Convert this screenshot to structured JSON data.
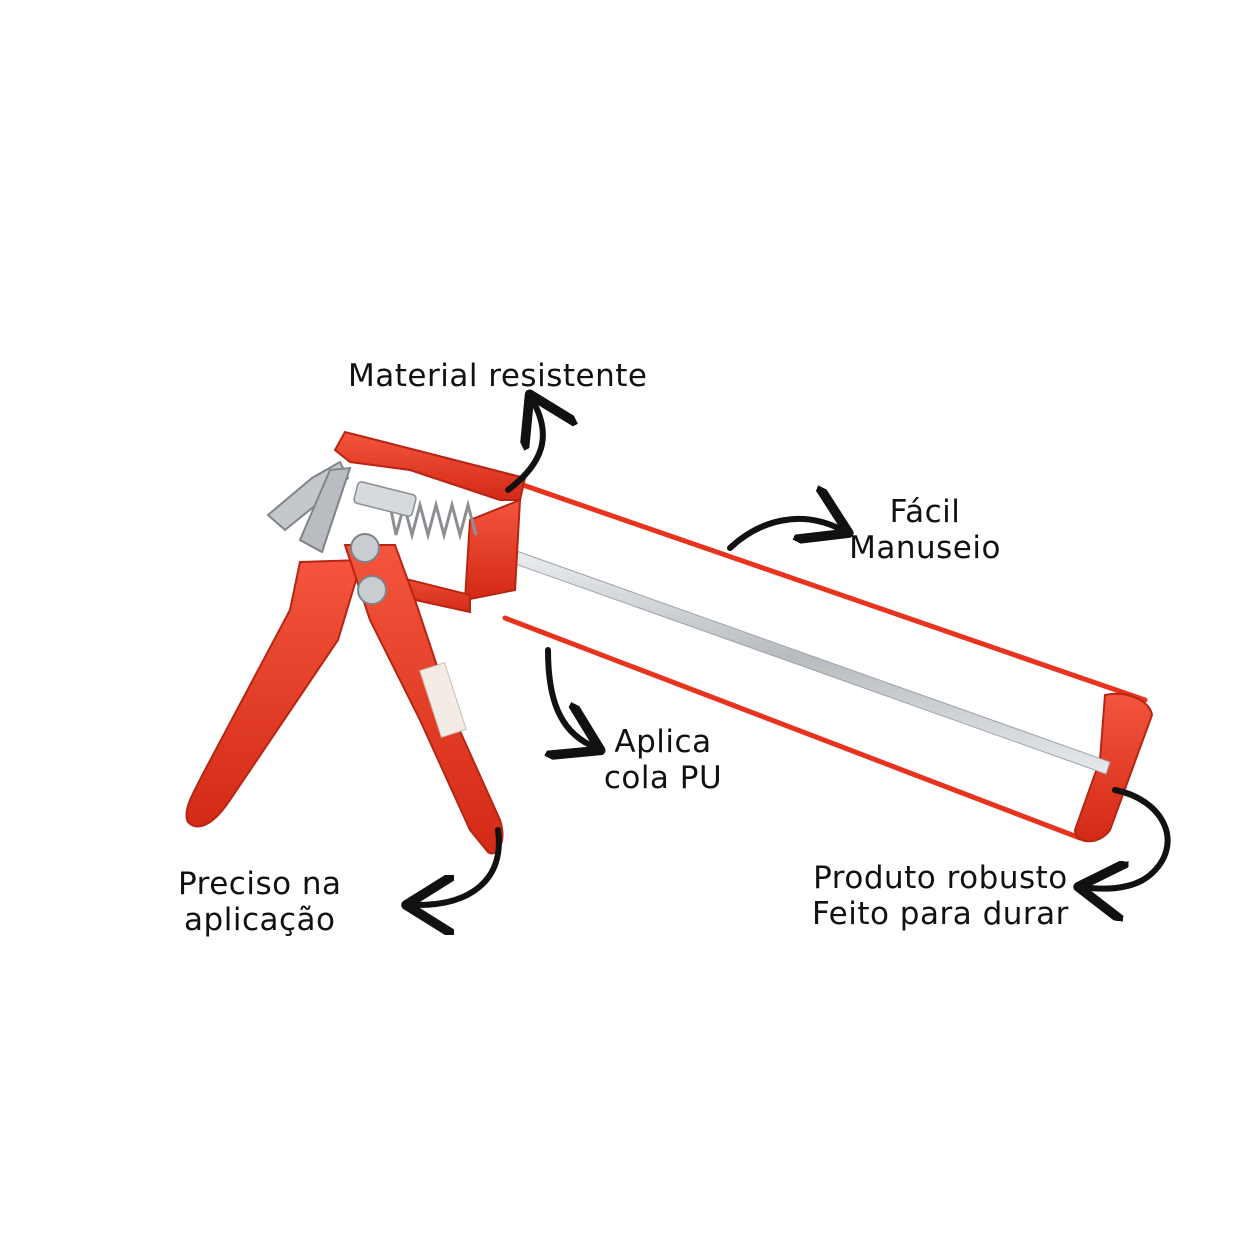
{
  "annotations": {
    "material": {
      "lines": [
        "Material resistente"
      ]
    },
    "facil": {
      "lines": [
        "Fácil",
        "Manuseio"
      ]
    },
    "aplica": {
      "lines": [
        "Aplica",
        "cola PU"
      ]
    },
    "preciso": {
      "lines": [
        "Preciso na",
        "aplicação"
      ]
    },
    "produto": {
      "lines": [
        "Produto robusto",
        "Feito para durar"
      ]
    }
  },
  "colors": {
    "frame_red": "#e8331e",
    "frame_dark": "#b82414",
    "metal": "#c9cdd1",
    "text": "#111111",
    "arrow": "#111111"
  }
}
